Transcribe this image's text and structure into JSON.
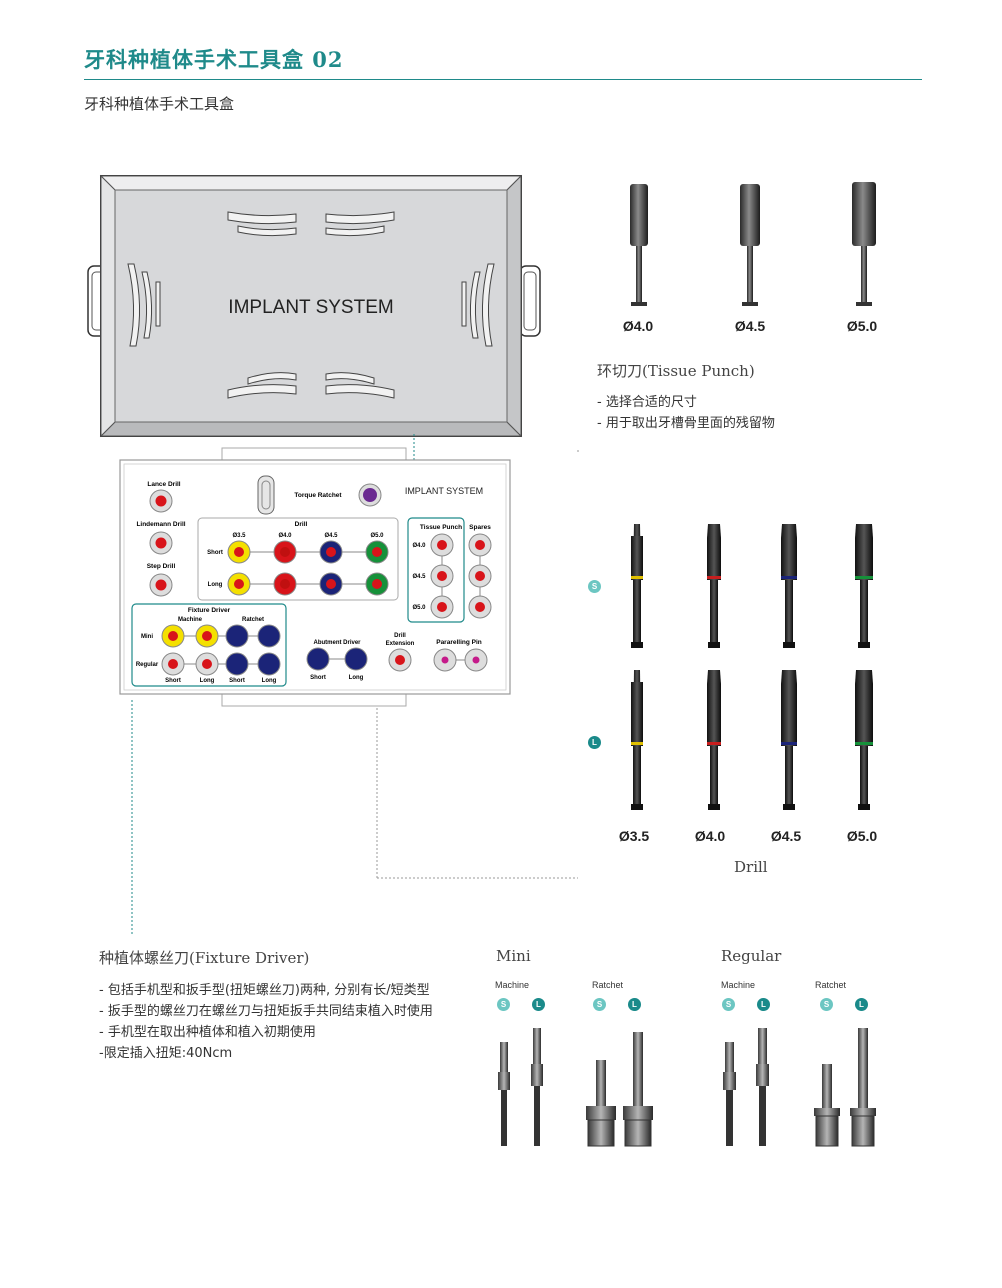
{
  "header": {
    "title": "牙科种植体手术工具盒 02",
    "subtitle": "牙科种植体手术工具盒"
  },
  "case_lid": {
    "label": "IMPLANT SYSTEM"
  },
  "tray": {
    "brand": "IMPLANT SYSTEM",
    "lance_drill": "Lance Drill",
    "lindemann_drill": "Lindemann Drill",
    "step_drill": "Step Drill",
    "torque_ratchet": "Torque Ratchet",
    "drill_title": "Drill",
    "drill_sizes": [
      "Ø3.5",
      "Ø4.0",
      "Ø4.5",
      "Ø5.0"
    ],
    "short": "Short",
    "long": "Long",
    "tissue_punch": "Tissue Punch",
    "spares": "Spares",
    "punch_sizes": [
      "Ø4.0",
      "Ø4.5",
      "Ø5.0"
    ],
    "fixture_driver": "Fixture Driver",
    "machine": "Machine",
    "ratchet": "Ratchet",
    "mini": "Mini",
    "regular": "Regular",
    "abutment_driver": "Abutment Driver",
    "drill_extension_1": "Drill",
    "drill_extension_2": "Extension",
    "pararelling_pin": "Pararelling Pin",
    "colors": {
      "yellow": "#f4e000",
      "red": "#d8141a",
      "navy": "#1b2478",
      "green": "#16913a",
      "purple": "#6a2a91",
      "pink": "#c51a8a"
    }
  },
  "tissue_punch": {
    "sizes": [
      "Ø4.0",
      "Ø4.5",
      "Ø5.0"
    ],
    "caption": "环切刀(Tissue Punch)",
    "bullets": [
      "- 选择合适的尺寸",
      "- 用于取出牙槽骨里面的残留物"
    ]
  },
  "drill": {
    "short_badge": "S",
    "long_badge": "L",
    "sizes": [
      "Ø3.5",
      "Ø4.0",
      "Ø4.5",
      "Ø5.0"
    ],
    "band_colors": [
      "#e0c000",
      "#c81e1e",
      "#1b2478",
      "#16913a"
    ],
    "caption": "Drill"
  },
  "fixture_driver": {
    "caption": "种植体螺丝刀(Fixture Driver)",
    "bullets": [
      "- 包括手机型和扳手型(扭矩螺丝刀)两种, 分别有长/短类型",
      "- 扳手型的螺丝刀在螺丝刀与扭矩扳手共同结束植入时使用",
      "- 手机型在取出种植体和植入初期使用",
      "-限定插入扭矩:40Ncm"
    ],
    "mini": {
      "title": "Mini",
      "machine": "Machine",
      "ratchet": "Ratchet",
      "s": "S",
      "l": "L"
    },
    "regular": {
      "title": "Regular",
      "machine": "Machine",
      "ratchet": "Ratchet",
      "s": "S",
      "l": "L"
    }
  }
}
